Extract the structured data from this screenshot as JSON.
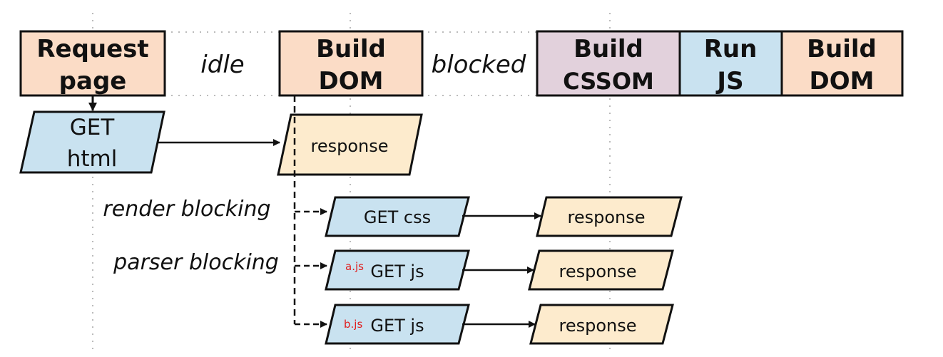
{
  "top_row": {
    "request_page": {
      "line1": "Request",
      "line2": "page"
    },
    "idle": "idle",
    "build_dom_1": {
      "line1": "Build",
      "line2": "DOM"
    },
    "blocked": "blocked",
    "build_cssom": {
      "line1": "Build",
      "line2": "CSSOM"
    },
    "run_js": {
      "line1": "Run",
      "line2": "JS"
    },
    "build_dom_2": {
      "line1": "Build",
      "line2": "DOM"
    }
  },
  "nodes": {
    "get_html": {
      "line1": "GET",
      "line2": "html"
    },
    "html_response": "response",
    "get_css": "GET css",
    "css_response": "response",
    "a_js_tag": "a.js",
    "get_js_a": "GET js",
    "js_a_response": "response",
    "b_js_tag": "b.js",
    "get_js_b": "GET js",
    "js_b_response": "response"
  },
  "annotations": {
    "render_blocking": "render blocking",
    "parser_blocking": "parser blocking"
  },
  "colors": {
    "peach": "#fbdcc6",
    "purple": "#e2d1dc",
    "blue": "#c9e2f0",
    "cream": "#fdebcd",
    "tag_red": "#e02020"
  }
}
